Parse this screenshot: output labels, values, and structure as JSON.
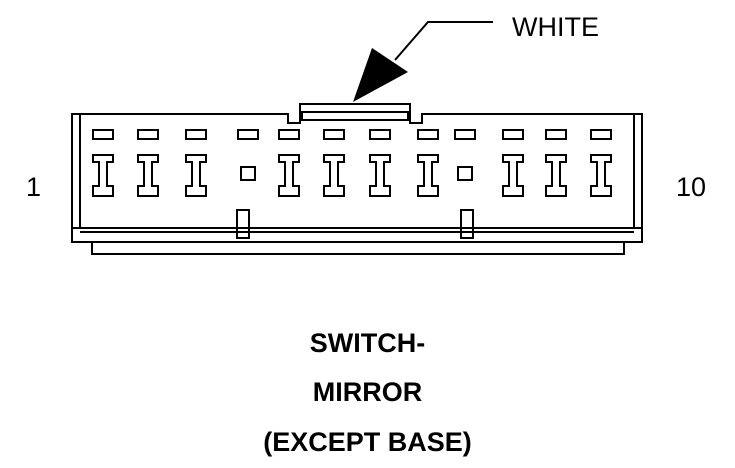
{
  "connector": {
    "color_label": "WHITE",
    "pin_first": "1",
    "pin_last": "10",
    "cavities": 10,
    "title_lines": [
      "SWITCH-",
      "MIRROR",
      "(EXCEPT BASE)"
    ]
  }
}
